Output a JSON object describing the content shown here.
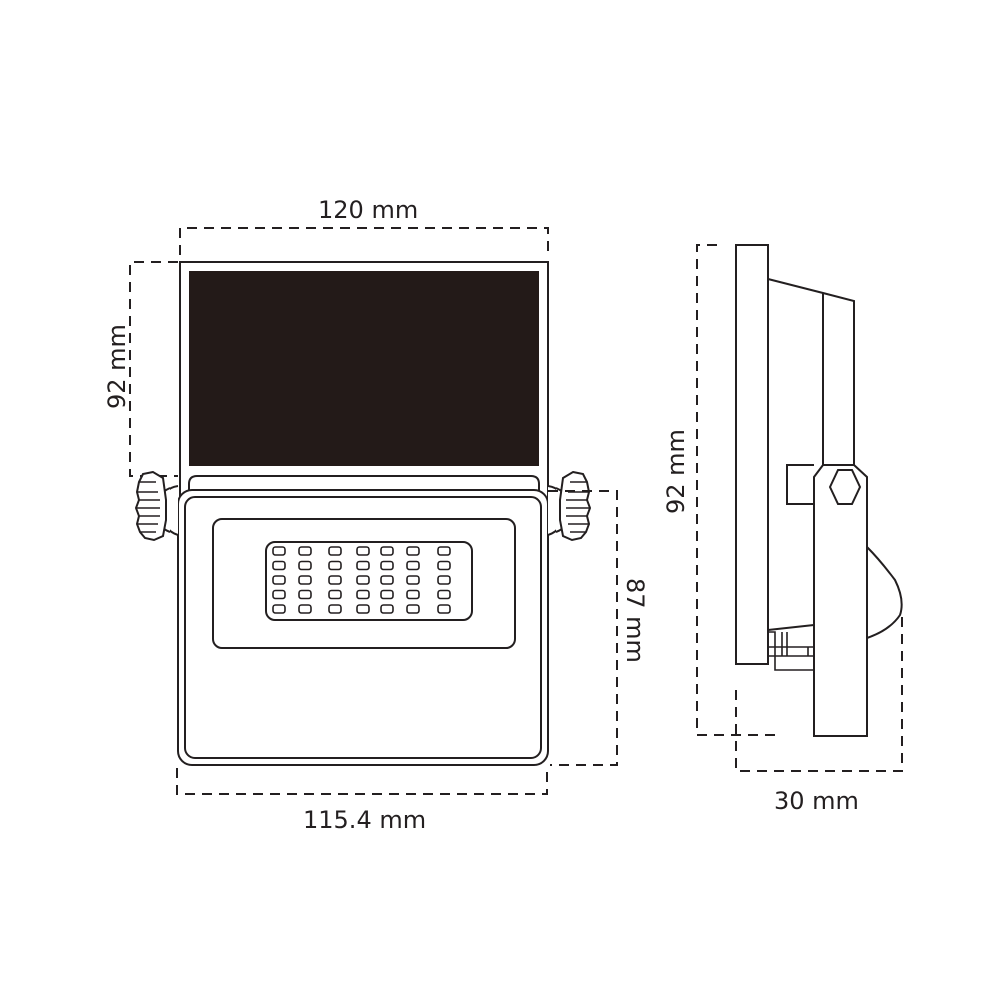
{
  "diagram": {
    "title": "LED floodlight dimensional drawing",
    "colors": {
      "line": "#231f20",
      "panel": "#231a18",
      "background": "#ffffff"
    },
    "front_view": {
      "width_top_label": "120 mm",
      "height_panel_label": "92 mm",
      "height_body_label": "87 mm",
      "width_bottom_label": "115.4 mm",
      "led_grid": {
        "rows": 5,
        "cols": 7
      }
    },
    "side_view": {
      "height_label": "92 mm",
      "depth_label": "30 mm"
    }
  }
}
